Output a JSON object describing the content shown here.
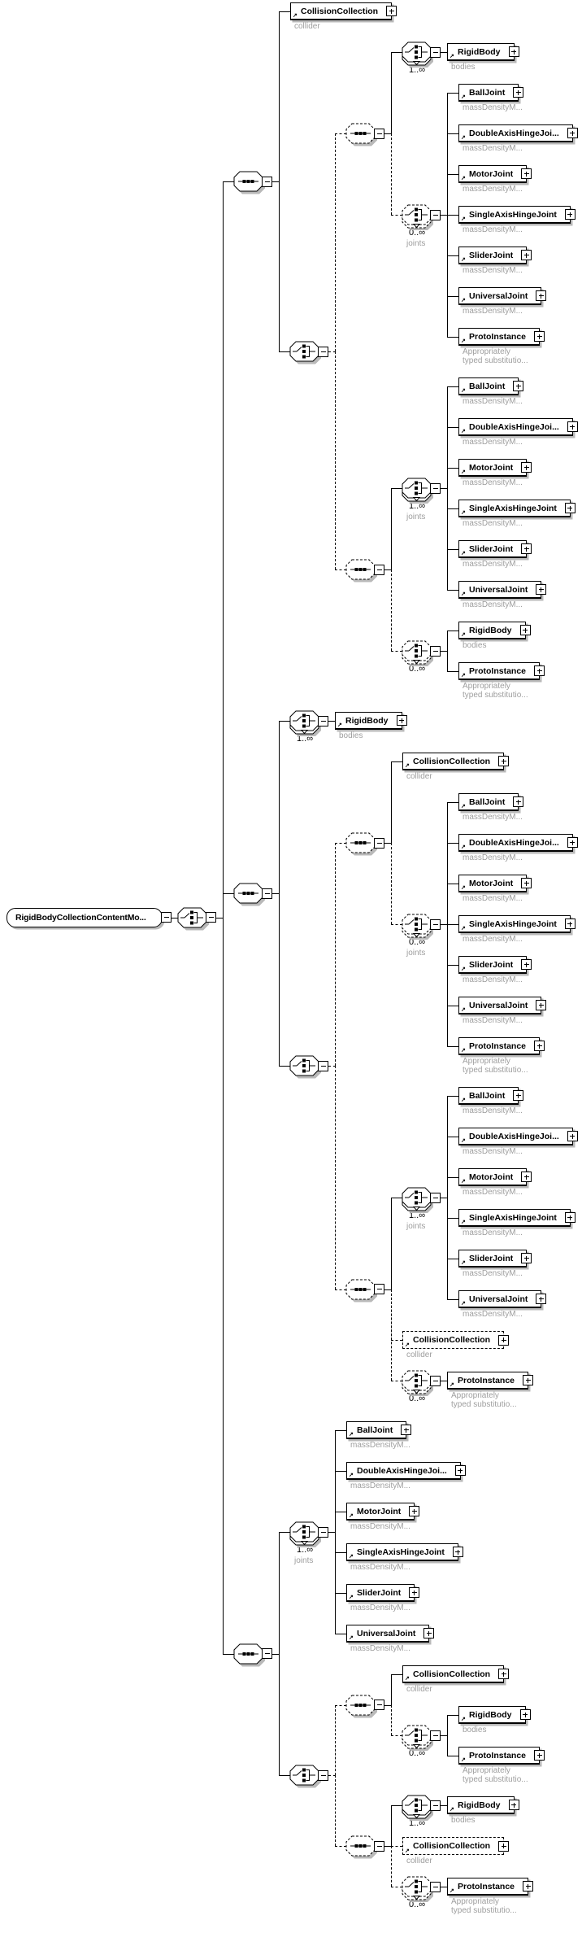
{
  "diagram": {
    "colors": {
      "line": "#000000",
      "shadow": "#b9b9b9",
      "annotation": "#9e9e9e",
      "background": "#ffffff"
    },
    "root": {
      "type": "element",
      "name": "RigidBodyCollectionContentMo...",
      "children": [
        {
          "type": "choice",
          "children": [
            {
              "type": "sequence",
              "children": [
                {
                  "type": "element",
                  "name": "CollisionCollection",
                  "annotation": [
                    "collider"
                  ]
                },
                {
                  "type": "choice",
                  "children": [
                    {
                      "type": "sequence",
                      "dashed": true,
                      "children": [
                        {
                          "type": "choice",
                          "occurs": "1..∞",
                          "children": [
                            {
                              "type": "element",
                              "name": "RigidBody",
                              "annotation": [
                                "bodies"
                              ]
                            }
                          ]
                        },
                        {
                          "type": "choice",
                          "occurs": "0..∞",
                          "occurs_label": "joints",
                          "dashed": true,
                          "children": [
                            {
                              "type": "element",
                              "name": "BallJoint",
                              "annotation": [
                                "massDensityM..."
                              ]
                            },
                            {
                              "type": "element",
                              "name": "DoubleAxisHingeJoi...",
                              "annotation": [
                                "massDensityM..."
                              ]
                            },
                            {
                              "type": "element",
                              "name": "MotorJoint",
                              "annotation": [
                                "massDensityM..."
                              ]
                            },
                            {
                              "type": "element",
                              "name": "SingleAxisHingeJoint",
                              "annotation": [
                                "massDensityM..."
                              ]
                            },
                            {
                              "type": "element",
                              "name": "SliderJoint",
                              "annotation": [
                                "massDensityM..."
                              ]
                            },
                            {
                              "type": "element",
                              "name": "UniversalJoint",
                              "annotation": [
                                "massDensityM..."
                              ]
                            },
                            {
                              "type": "element",
                              "name": "ProtoInstance",
                              "annotation": [
                                "Appropriately",
                                "typed substitutio..."
                              ]
                            }
                          ]
                        }
                      ]
                    },
                    {
                      "type": "sequence",
                      "dashed": true,
                      "children": [
                        {
                          "type": "choice",
                          "occurs": "1..∞",
                          "occurs_label": "joints",
                          "children": [
                            {
                              "type": "element",
                              "name": "BallJoint",
                              "annotation": [
                                "massDensityM..."
                              ]
                            },
                            {
                              "type": "element",
                              "name": "DoubleAxisHingeJoi...",
                              "annotation": [
                                "massDensityM..."
                              ]
                            },
                            {
                              "type": "element",
                              "name": "MotorJoint",
                              "annotation": [
                                "massDensityM..."
                              ]
                            },
                            {
                              "type": "element",
                              "name": "SingleAxisHingeJoint",
                              "annotation": [
                                "massDensityM..."
                              ]
                            },
                            {
                              "type": "element",
                              "name": "SliderJoint",
                              "annotation": [
                                "massDensityM..."
                              ]
                            },
                            {
                              "type": "element",
                              "name": "UniversalJoint",
                              "annotation": [
                                "massDensityM..."
                              ]
                            }
                          ]
                        },
                        {
                          "type": "choice",
                          "occurs": "0..∞",
                          "dashed": true,
                          "children": [
                            {
                              "type": "element",
                              "name": "RigidBody",
                              "annotation": [
                                "bodies"
                              ]
                            },
                            {
                              "type": "element",
                              "name": "ProtoInstance",
                              "annotation": [
                                "Appropriately",
                                "typed substitutio..."
                              ]
                            }
                          ]
                        }
                      ]
                    }
                  ]
                }
              ]
            },
            {
              "type": "sequence",
              "children": [
                {
                  "type": "choice",
                  "occurs": "1..∞",
                  "children": [
                    {
                      "type": "element",
                      "name": "RigidBody",
                      "annotation": [
                        "bodies"
                      ]
                    }
                  ]
                },
                {
                  "type": "choice",
                  "children": [
                    {
                      "type": "sequence",
                      "dashed": true,
                      "children": [
                        {
                          "type": "element",
                          "name": "CollisionCollection",
                          "annotation": [
                            "collider"
                          ]
                        },
                        {
                          "type": "choice",
                          "occurs": "0..∞",
                          "occurs_label": "joints",
                          "dashed": true,
                          "children": [
                            {
                              "type": "element",
                              "name": "BallJoint",
                              "annotation": [
                                "massDensityM..."
                              ]
                            },
                            {
                              "type": "element",
                              "name": "DoubleAxisHingeJoi...",
                              "annotation": [
                                "massDensityM..."
                              ]
                            },
                            {
                              "type": "element",
                              "name": "MotorJoint",
                              "annotation": [
                                "massDensityM..."
                              ]
                            },
                            {
                              "type": "element",
                              "name": "SingleAxisHingeJoint",
                              "annotation": [
                                "massDensityM..."
                              ]
                            },
                            {
                              "type": "element",
                              "name": "SliderJoint",
                              "annotation": [
                                "massDensityM..."
                              ]
                            },
                            {
                              "type": "element",
                              "name": "UniversalJoint",
                              "annotation": [
                                "massDensityM..."
                              ]
                            },
                            {
                              "type": "element",
                              "name": "ProtoInstance",
                              "annotation": [
                                "Appropriately",
                                "typed substitutio..."
                              ]
                            }
                          ]
                        }
                      ]
                    },
                    {
                      "type": "sequence",
                      "dashed": true,
                      "children": [
                        {
                          "type": "choice",
                          "occurs": "1..∞",
                          "occurs_label": "joints",
                          "children": [
                            {
                              "type": "element",
                              "name": "BallJoint",
                              "annotation": [
                                "massDensityM..."
                              ]
                            },
                            {
                              "type": "element",
                              "name": "DoubleAxisHingeJoi...",
                              "annotation": [
                                "massDensityM..."
                              ]
                            },
                            {
                              "type": "element",
                              "name": "MotorJoint",
                              "annotation": [
                                "massDensityM..."
                              ]
                            },
                            {
                              "type": "element",
                              "name": "SingleAxisHingeJoint",
                              "annotation": [
                                "massDensityM..."
                              ]
                            },
                            {
                              "type": "element",
                              "name": "SliderJoint",
                              "annotation": [
                                "massDensityM..."
                              ]
                            },
                            {
                              "type": "element",
                              "name": "UniversalJoint",
                              "annotation": [
                                "massDensityM..."
                              ]
                            }
                          ]
                        },
                        {
                          "type": "element",
                          "name": "CollisionCollection",
                          "annotation": [
                            "collider"
                          ],
                          "dashed": true
                        },
                        {
                          "type": "choice",
                          "occurs": "0..∞",
                          "dashed": true,
                          "children": [
                            {
                              "type": "element",
                              "name": "ProtoInstance",
                              "annotation": [
                                "Appropriately",
                                "typed substitutio..."
                              ]
                            }
                          ]
                        }
                      ]
                    }
                  ]
                }
              ]
            },
            {
              "type": "sequence",
              "children": [
                {
                  "type": "choice",
                  "occurs": "1..∞",
                  "occurs_label": "joints",
                  "children": [
                    {
                      "type": "element",
                      "name": "BallJoint",
                      "annotation": [
                        "massDensityM..."
                      ]
                    },
                    {
                      "type": "element",
                      "name": "DoubleAxisHingeJoi...",
                      "annotation": [
                        "massDensityM..."
                      ]
                    },
                    {
                      "type": "element",
                      "name": "MotorJoint",
                      "annotation": [
                        "massDensityM..."
                      ]
                    },
                    {
                      "type": "element",
                      "name": "SingleAxisHingeJoint",
                      "annotation": [
                        "massDensityM..."
                      ]
                    },
                    {
                      "type": "element",
                      "name": "SliderJoint",
                      "annotation": [
                        "massDensityM..."
                      ]
                    },
                    {
                      "type": "element",
                      "name": "UniversalJoint",
                      "annotation": [
                        "massDensityM..."
                      ]
                    }
                  ]
                },
                {
                  "type": "choice",
                  "children": [
                    {
                      "type": "sequence",
                      "dashed": true,
                      "children": [
                        {
                          "type": "element",
                          "name": "CollisionCollection",
                          "annotation": [
                            "collider"
                          ]
                        },
                        {
                          "type": "choice",
                          "occurs": "0..∞",
                          "dashed": true,
                          "children": [
                            {
                              "type": "element",
                              "name": "RigidBody",
                              "annotation": [
                                "bodies"
                              ]
                            },
                            {
                              "type": "element",
                              "name": "ProtoInstance",
                              "annotation": [
                                "Appropriately",
                                "typed substitutio..."
                              ]
                            }
                          ]
                        }
                      ]
                    },
                    {
                      "type": "sequence",
                      "dashed": true,
                      "children": [
                        {
                          "type": "choice",
                          "occurs": "1..∞",
                          "children": [
                            {
                              "type": "element",
                              "name": "RigidBody",
                              "annotation": [
                                "bodies"
                              ]
                            }
                          ]
                        },
                        {
                          "type": "element",
                          "name": "CollisionCollection",
                          "annotation": [
                            "collider"
                          ],
                          "dashed": true
                        },
                        {
                          "type": "choice",
                          "occurs": "0..∞",
                          "dashed": true,
                          "children": [
                            {
                              "type": "element",
                              "name": "ProtoInstance",
                              "annotation": [
                                "Appropriately",
                                "typed substitutio..."
                              ]
                            }
                          ]
                        }
                      ]
                    }
                  ]
                }
              ]
            }
          ]
        }
      ]
    }
  }
}
